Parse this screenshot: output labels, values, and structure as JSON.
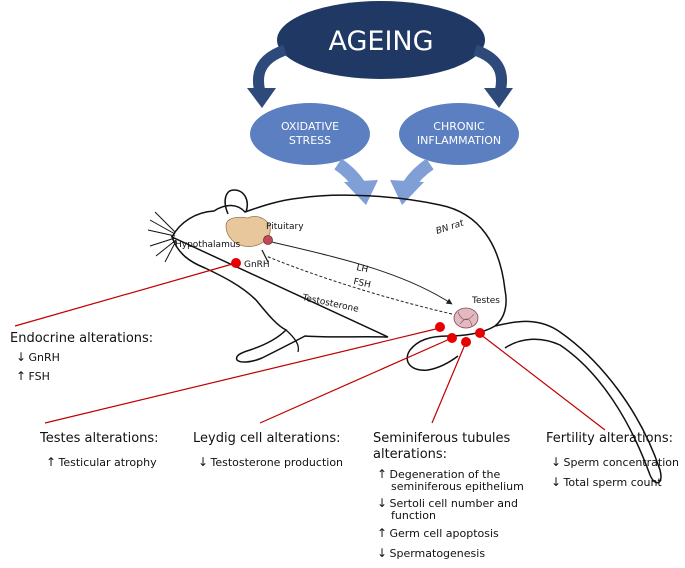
{
  "top": {
    "ageing": "AGEING",
    "oxidative_line1": "OXIDATIVE",
    "oxidative_line2": "STRESS",
    "inflammation_line1": "CHRONIC",
    "inflammation_line2": "INFLAMMATION"
  },
  "rat": {
    "label": "BN rat",
    "pituitary": "Pituitary",
    "hypothalamus": "Hypothalamus",
    "gnrh": "GnRH",
    "lh": "LH",
    "fsh": "FSH",
    "testosterone": "Testosterone",
    "testes": "Testes"
  },
  "endocrine": {
    "title": "Endocrine alterations:",
    "items": [
      {
        "direction": "↓",
        "text": "GnRH"
      },
      {
        "direction": "↑",
        "text": "FSH"
      }
    ]
  },
  "testes_alt": {
    "title": "Testes alterations:",
    "items": [
      {
        "direction": "↑",
        "text": "Testicular atrophy"
      }
    ]
  },
  "leydig": {
    "title": "Leydig cell alterations:",
    "items": [
      {
        "direction": "↓",
        "text": "Testosterone production"
      }
    ]
  },
  "seminiferous": {
    "title_line1": "Seminiferous tubules",
    "title_line2": "alterations:",
    "items": [
      {
        "direction": "↑",
        "line1": "Degeneration of the",
        "line2": "seminiferous epithelium"
      },
      {
        "direction": "↓",
        "line1": "Sertoli cell number and",
        "line2": "function"
      },
      {
        "direction": "↑",
        "line1": "Germ cell apoptosis",
        "line2": ""
      },
      {
        "direction": "↓",
        "line1": "Spermatogenesis",
        "line2": ""
      }
    ]
  },
  "fertility": {
    "title": "Fertility alterations:",
    "items": [
      {
        "direction": "↓",
        "text": "Sperm concentration"
      },
      {
        "direction": "↓",
        "text": "Total sperm count"
      }
    ]
  },
  "colors": {
    "ageing_fill": "#1f3864",
    "stress_fill": "#5b7fc0",
    "arrow_dark": "#2e4a7a",
    "arrow_light": "#7f9fd6",
    "red": "#e60000",
    "leader": "#c00000",
    "hypothalamus": "#e7c79b",
    "pituitary": "#c04a5a",
    "testes": "#e3b8c0"
  }
}
